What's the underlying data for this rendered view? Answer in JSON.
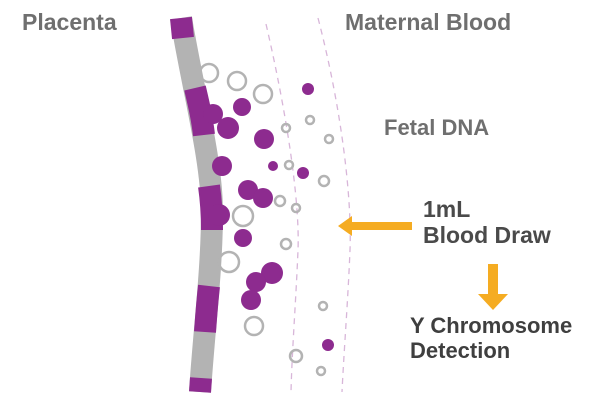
{
  "labels": {
    "placenta": "Placenta",
    "maternal_blood": "Maternal Blood",
    "fetal_dna": "Fetal DNA",
    "blood_draw_line1": "1mL",
    "blood_draw_line2": "Blood Draw",
    "detection_line1": "Y Chromosome",
    "detection_line2": "Detection"
  },
  "colors": {
    "fetal_dna": "#8d2b8f",
    "maternal_dna": "#b3b3b3",
    "placenta_wall": "#b3b3b3",
    "arrow": "#f5ac22",
    "vessel_line": "#d8b6d9",
    "label_text": "#6f6f6f"
  },
  "legend_meaning": {
    "filled_circle": "fetal_dna",
    "open_circle": "maternal_dna"
  }
}
